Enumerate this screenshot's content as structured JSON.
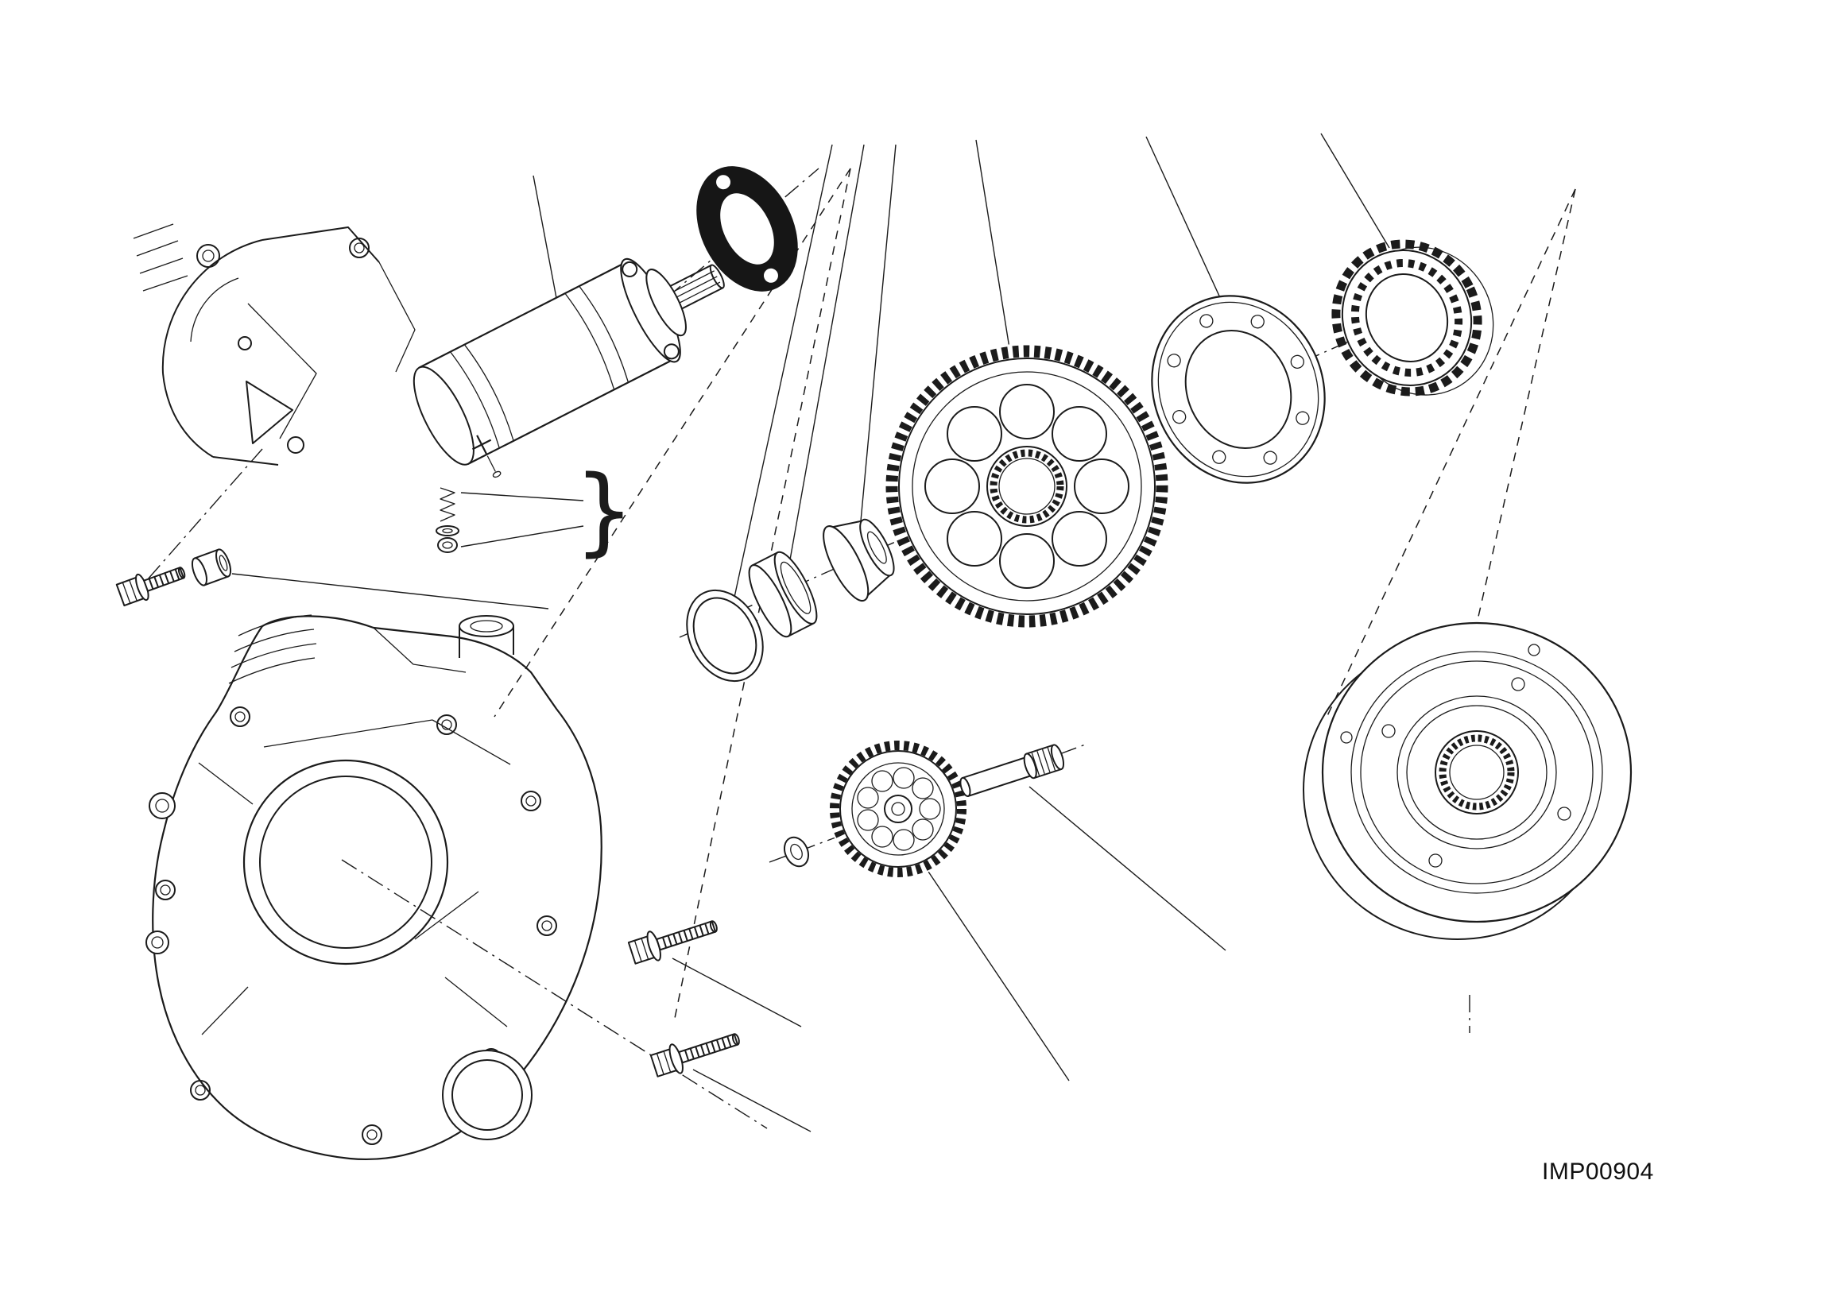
{
  "diagram": {
    "code_label": "IMP00904",
    "brace_glyph": "}",
    "colors": {
      "background": "#ffffff",
      "line": "#1b1b1b",
      "seal_fill": "#161616"
    },
    "type": "exploded-parts-diagram",
    "components": [
      {
        "id": "engine-upper-fragment",
        "name": "upper engine casing fragment"
      },
      {
        "id": "mount-bolt",
        "name": "starter mounting bolt"
      },
      {
        "id": "mount-spacer",
        "name": "mounting spacer sleeve"
      },
      {
        "id": "starter-motor",
        "name": "electric starter motor"
      },
      {
        "id": "terminal-spring-washer-nut",
        "name": "terminal spring, washer and nut"
      },
      {
        "id": "starter-seal-ring",
        "name": "starter motor seal ring"
      },
      {
        "id": "shim-ring",
        "name": "shim ring"
      },
      {
        "id": "bushing",
        "name": "bushing sleeve"
      },
      {
        "id": "flanged-spacer",
        "name": "flanged spacer"
      },
      {
        "id": "starter-driven-gear",
        "name": "starter driven gear"
      },
      {
        "id": "flange-ring",
        "name": "flange retaining ring"
      },
      {
        "id": "one-way-clutch",
        "name": "one-way starter clutch"
      },
      {
        "id": "flywheel-rotor",
        "name": "generator flywheel rotor"
      },
      {
        "id": "idler-gear",
        "name": "starter idler gear"
      },
      {
        "id": "idler-gear-pin",
        "name": "idler gear shaft pin"
      },
      {
        "id": "small-washer",
        "name": "washer"
      },
      {
        "id": "cover-bolt-upper",
        "name": "cover bolt"
      },
      {
        "id": "cover-bolt-lower",
        "name": "cover bolt"
      },
      {
        "id": "crankcase-half",
        "name": "engine crankcase half"
      }
    ]
  }
}
